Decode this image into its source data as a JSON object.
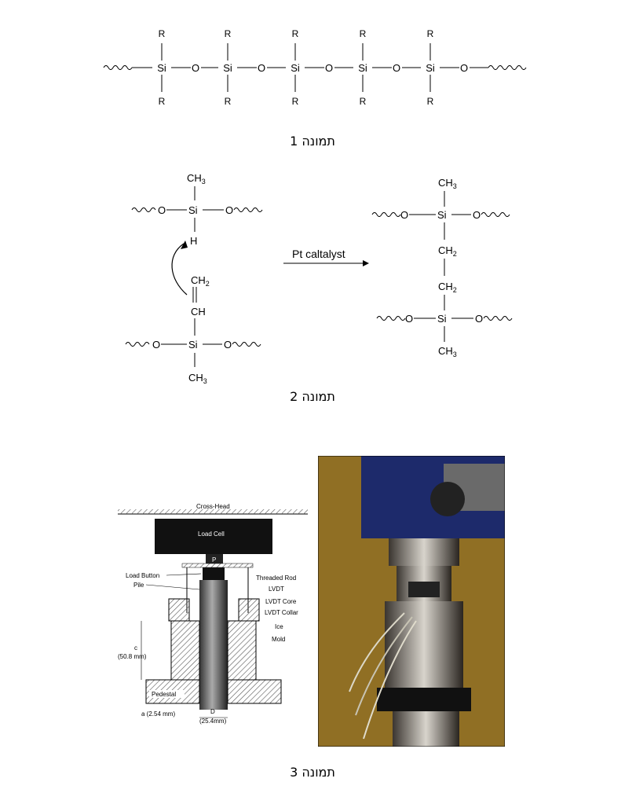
{
  "figure1": {
    "caption": "תמונה 1",
    "atoms": {
      "si": "Si",
      "o": "O",
      "r": "R"
    }
  },
  "figure2": {
    "caption": "תמונה 2",
    "arrow_label": "Pt caltalyst",
    "labels": {
      "si": "Si",
      "o": "O",
      "h": "H",
      "ch3": "CH",
      "ch2": "CH",
      "ch": "CH",
      "sub3": "3",
      "sub2": "2"
    }
  },
  "figure3": {
    "caption": "תמונה 3",
    "diagram_labels": {
      "cross_head": "Cross-Head",
      "load_cell": "Load Cell",
      "p": "P",
      "load_button": "Load Button",
      "pile": "Pile",
      "threaded_rod": "Threaded Rod",
      "lvdt": "LVDT",
      "lvdt_core": "LVDT Core",
      "lvdt_collar": "LVDT Collar",
      "ice": "Ice",
      "mold": "Mold",
      "c_label": "c",
      "c_value": "(50.8 mm)",
      "pedestal": "Pedestal",
      "a_label": "a (2.54 mm)",
      "d_label": "D",
      "d_value": "(25.4mm)"
    }
  }
}
